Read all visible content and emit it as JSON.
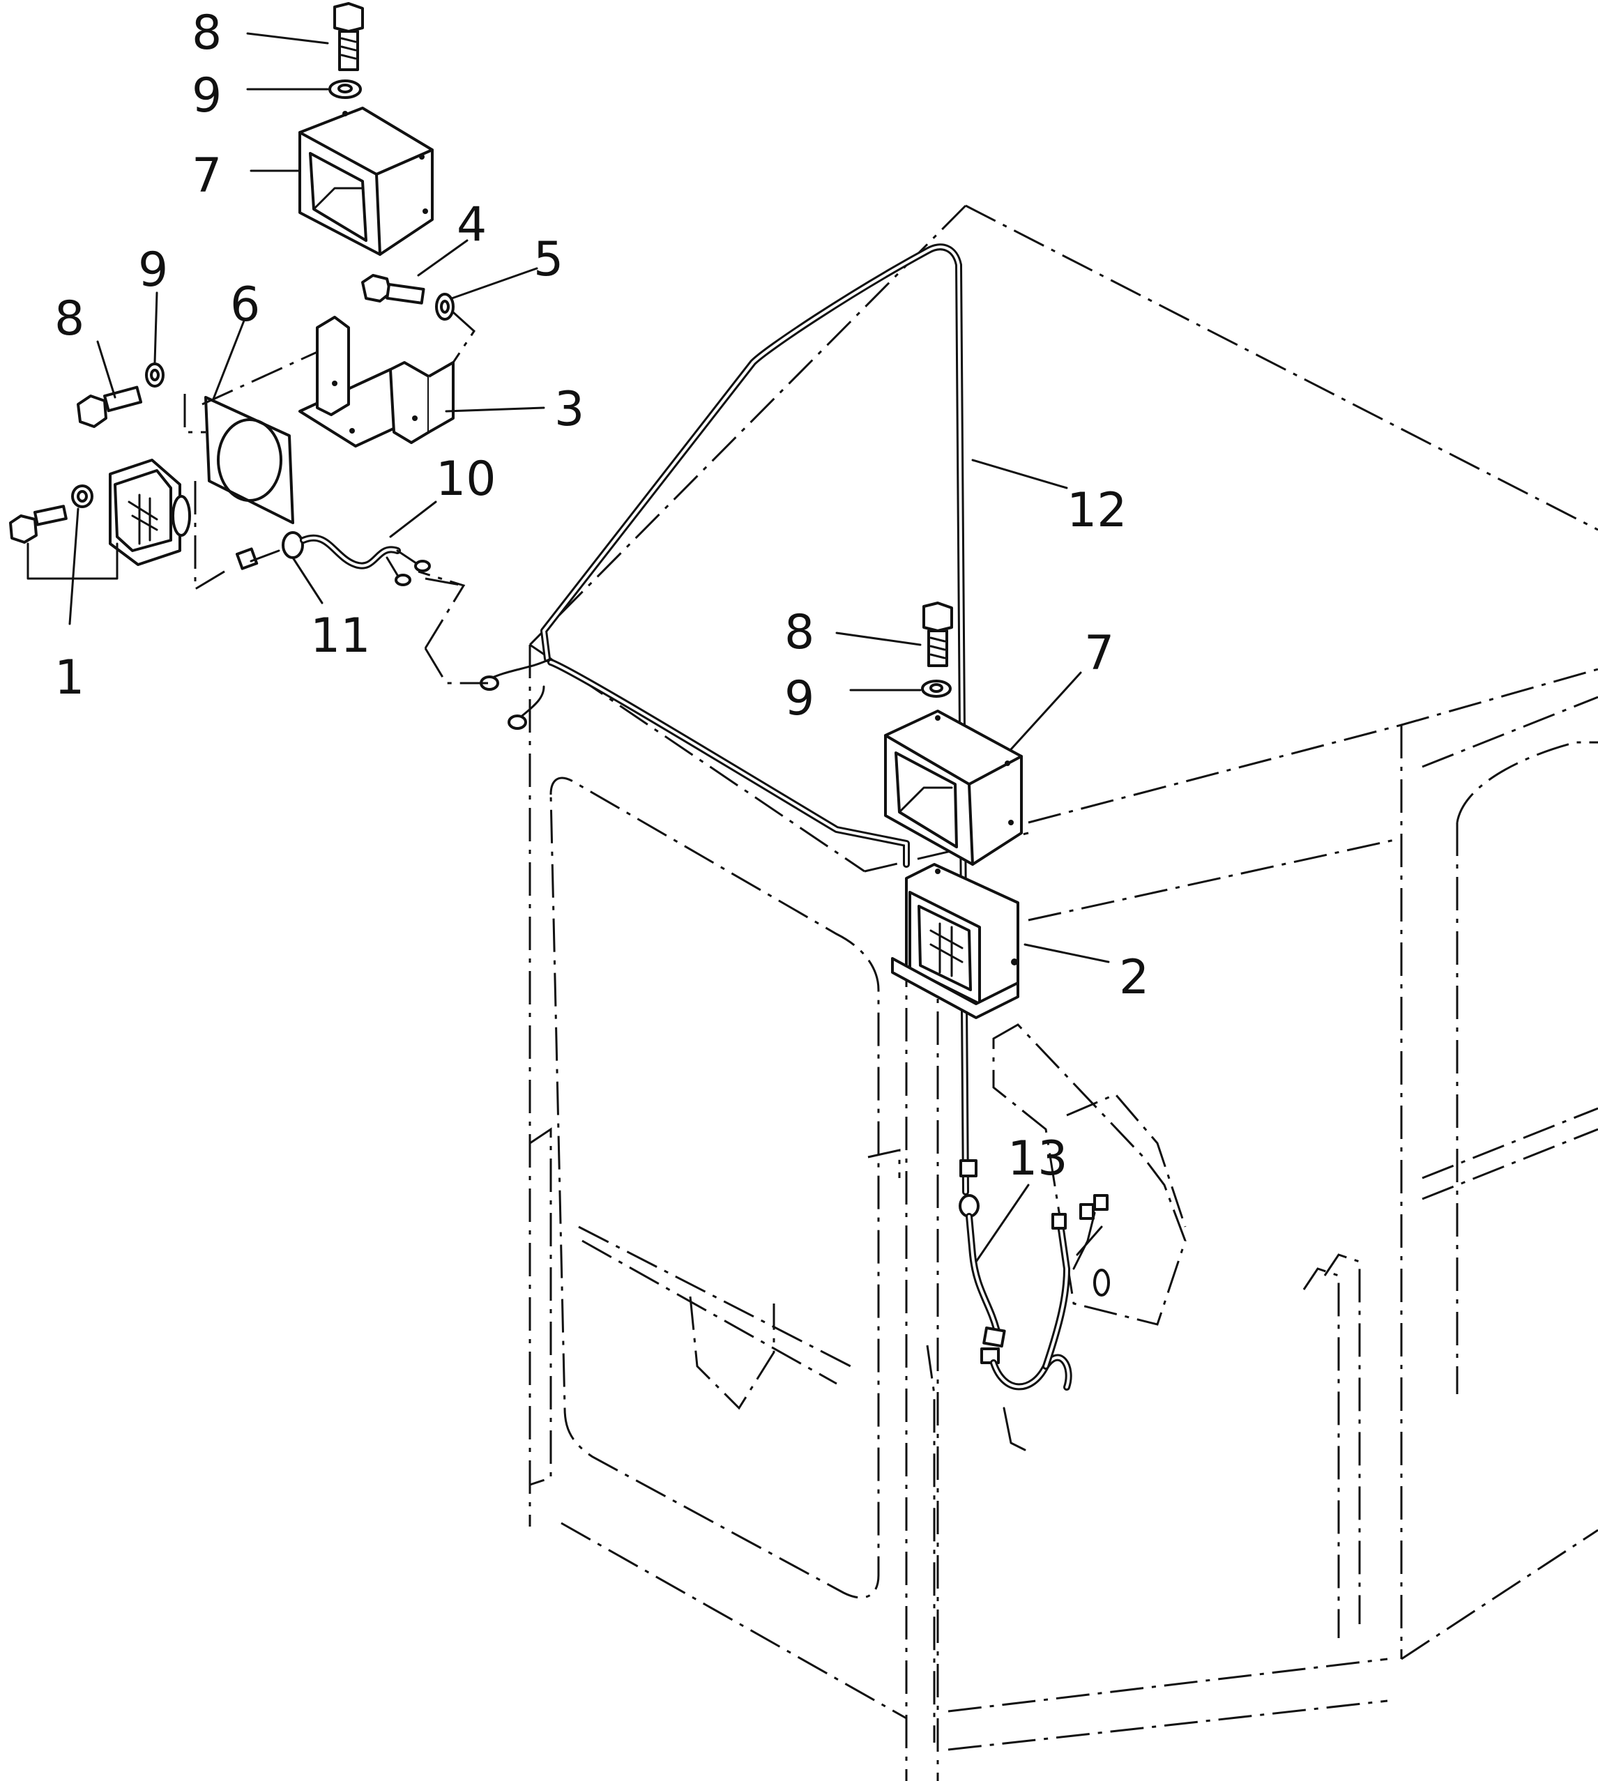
{
  "callouts": [
    {
      "id": "c8a",
      "text": "8"
    },
    {
      "id": "c9a",
      "text": "9"
    },
    {
      "id": "c7a",
      "text": "7"
    },
    {
      "id": "c4",
      "text": "4"
    },
    {
      "id": "c5",
      "text": "5"
    },
    {
      "id": "c9b",
      "text": "9"
    },
    {
      "id": "c6",
      "text": "6"
    },
    {
      "id": "c8b",
      "text": "8"
    },
    {
      "id": "c3",
      "text": "3"
    },
    {
      "id": "c10",
      "text": "10"
    },
    {
      "id": "c11",
      "text": "11"
    },
    {
      "id": "c1",
      "text": "1"
    },
    {
      "id": "c12",
      "text": "12"
    },
    {
      "id": "c8c",
      "text": "8"
    },
    {
      "id": "c7b",
      "text": "7"
    },
    {
      "id": "c9c",
      "text": "9"
    },
    {
      "id": "c2",
      "text": "2"
    },
    {
      "id": "c13",
      "text": "13"
    }
  ]
}
